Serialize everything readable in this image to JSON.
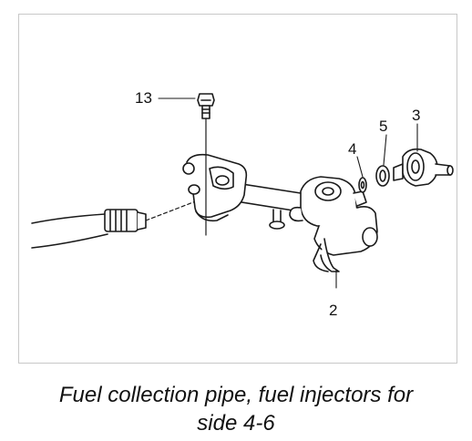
{
  "callouts": {
    "bolt": "13",
    "seal_ring": "4",
    "o_ring": "5",
    "pressure_regulator": "3",
    "fuel_rail": "2"
  },
  "caption": {
    "line1": "Fuel collection pipe, fuel injectors for",
    "line2": "side 4-6"
  },
  "colors": {
    "line": "#1a1a1a",
    "frame": "#c8c8c8",
    "background": "#ffffff"
  }
}
